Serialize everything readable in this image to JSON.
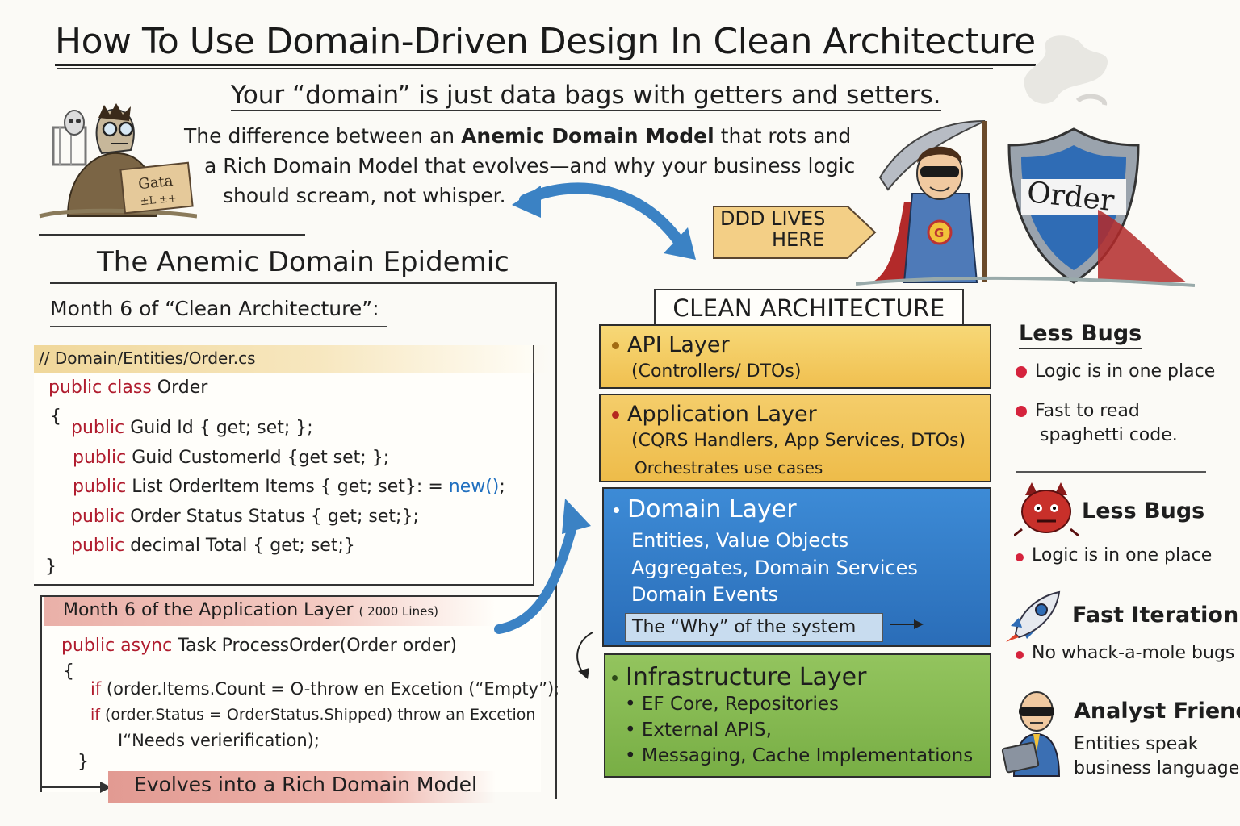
{
  "title": "How To Use Domain-Driven Design In Clean Architecture",
  "subtitle": "Your “domain” is just data bags with getters and setters.",
  "intro": {
    "line1_a": "The difference between an ",
    "line1_b": "Anemic Domain Model",
    "line1_c": " that rots and",
    "line2": "a Rich Domain Model that evolves—and why your business logic",
    "line3": "should scream, not whisper."
  },
  "sign_text": "Gata",
  "shield_text": "Order",
  "ddd_label": [
    "DDD LIVES",
    "HERE"
  ],
  "left": {
    "heading": "The Anemic Domain Epidemic",
    "month1": "Month 6 of “Clean Architecture”:",
    "code_path": "// Domain/Entities/Order.cs",
    "code": {
      "l1_kw": "public class",
      "l1": " Order",
      "open": "{",
      "l2_kw": "public",
      "l2": " Guid Id { get; set; };",
      "l3_kw": "public",
      "l3": " Guid CustomerId {get set; };",
      "l4_kw": "public",
      "l4": " List OrderItem Items { get; set}: = ",
      "l4_new": "new()",
      "l4_end": ";",
      "l5_kw": "public",
      "l5": " Order Status Status { get; set;};",
      "l6_kw": "public",
      "l6": " decimal Total { get; set;}",
      "close": "}"
    },
    "month2_title": "Month 6 of the Application Layer",
    "month2_small": "( 2000 Lines)",
    "code2": {
      "l1_kw": "public async",
      "l1": " Task ProcessOrder(Order order)",
      "open": "{",
      "l2_kw": "if",
      "l2": " (order.Items.Count = O-throw en Excetion (“Empty”);",
      "l3_kw": "if",
      "l3": " (order.Status = OrderStatus.Shipped) throw an Excetion",
      "l4": "I“Needs verierification);",
      "close": "}"
    },
    "evolves": "Evolves into a Rich Domain Model"
  },
  "clean_architecture": {
    "label": "CLEAN ARCHITECTURE",
    "api": {
      "title": "API Layer",
      "sub": "(Controllers/ DTOs)"
    },
    "application": {
      "title": "Application Layer",
      "sub": "(CQRS Handlers, App Services, DTOs)",
      "note": "Orchestrates use cases"
    },
    "domain": {
      "title": "Domain Layer",
      "items": [
        "Entities, Value Objects",
        "Aggregates, Domain Services",
        "Domain Events"
      ],
      "why": "The “Why” of the system"
    },
    "infrastructure": {
      "title": "Infrastructure Layer",
      "items": [
        "EF Core, Repositories",
        "External APIS,",
        "Messaging, Cache Implementations"
      ]
    }
  },
  "benefits": {
    "b1_title": "Less Bugs",
    "b1_items": [
      "Logic is in one place",
      "Fast to read",
      "spaghetti code."
    ],
    "b2_title": "Less Bugs",
    "b2_items": [
      "Logic is in one place"
    ],
    "b3_title": "Fast Iteration",
    "b3_items": [
      "No whack-a-mole bugs"
    ],
    "b4_title": "Analyst Friendly",
    "b4_items": [
      "Entities speak",
      "business language"
    ]
  },
  "colors": {
    "api": "#f7d877",
    "application": "#f0c050",
    "domain": "#2a6db8",
    "infrastructure": "#78ae45",
    "keyword": "#b01c2e",
    "arrow": "#3b82c4",
    "bullet": "#d5233d"
  },
  "icons": [
    "pc-skeleton-icon",
    "zombie-developer-icon",
    "superhero-icon",
    "scythe-icon",
    "shield-icon",
    "devil-bug-icon",
    "rocket-icon",
    "analyst-icon",
    "curved-arrow-icon"
  ]
}
